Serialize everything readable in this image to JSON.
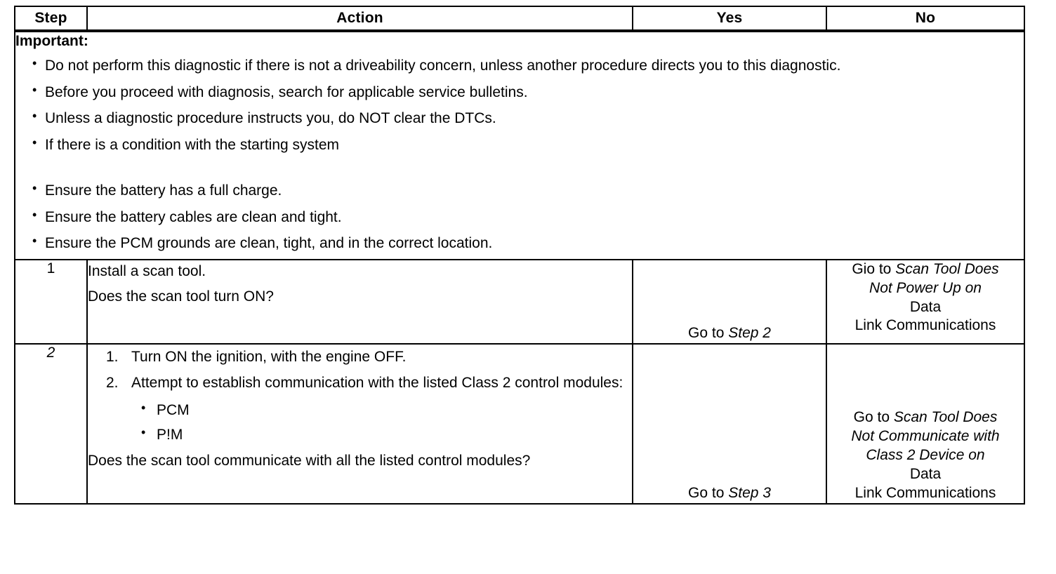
{
  "table": {
    "headers": {
      "step": "Step",
      "action": "Action",
      "yes": "Yes",
      "no": "No"
    },
    "important": {
      "title": "Important:",
      "bullets_group_1": [
        "Do not perform this diagnostic if there is not a driveability concern, unless another procedure directs you to this diagnostic.",
        "Before you proceed with diagnosis, search for applicable service bulletins.",
        "Unless a diagnostic procedure instructs you, do NOT clear the DTCs.",
        "If there is a condition with the starting system"
      ],
      "bullets_group_2": [
        "Ensure the battery has a full charge.",
        "Ensure the battery cables are clean and tight.",
        "Ensure the PCM grounds are clean, tight, and in the correct location."
      ]
    },
    "rows": [
      {
        "step": "1",
        "step_italic": false,
        "action": {
          "lines": [
            "Install a scan tool.",
            "Does the scan tool turn ON?"
          ]
        },
        "yes": {
          "lines": [
            {
              "text": "Go to ",
              "italic": false
            },
            {
              "text": "Step 2",
              "italic": true
            }
          ],
          "plain": "Go to Step 2"
        },
        "no": {
          "lines": [
            {
              "text": "Gio to ",
              "italic": false,
              "inline_next": true
            },
            {
              "text": "Scan Tool Does",
              "italic": true
            },
            {
              "text": "Not Power Up on",
              "italic": true
            },
            {
              "text": "Data",
              "italic": false
            },
            {
              "text": "Link Communications",
              "italic": false
            }
          ]
        }
      },
      {
        "step": "2",
        "step_italic": true,
        "action": {
          "numbered": [
            {
              "num": "1.",
              "text": "Turn ON the ignition, with the engine OFF.",
              "sub": []
            },
            {
              "num": "2.",
              "text": "Attempt to establish communication with the listed Class 2 control modules:",
              "sub": [
                "PCM",
                "P!M"
              ]
            }
          ],
          "question": "Does the scan tool communicate with all the listed control modules?"
        },
        "yes": {
          "lines": [
            {
              "text": "Go to ",
              "italic": false
            },
            {
              "text": "Step 3",
              "italic": true
            }
          ],
          "plain": "Go to Step 3"
        },
        "no": {
          "lines": [
            {
              "text": "Go to ",
              "italic": false,
              "inline_next": true
            },
            {
              "text": "Scan Tool Does",
              "italic": true
            },
            {
              "text": "Not Communicate with",
              "italic": true
            },
            {
              "text": "Class 2 Device on",
              "italic": true
            },
            {
              "text": "Data",
              "italic": false
            },
            {
              "text": "Link Communications",
              "italic": false
            }
          ]
        }
      }
    ]
  },
  "colors": {
    "background": "#ffffff",
    "text": "#000000",
    "border": "#000000"
  }
}
